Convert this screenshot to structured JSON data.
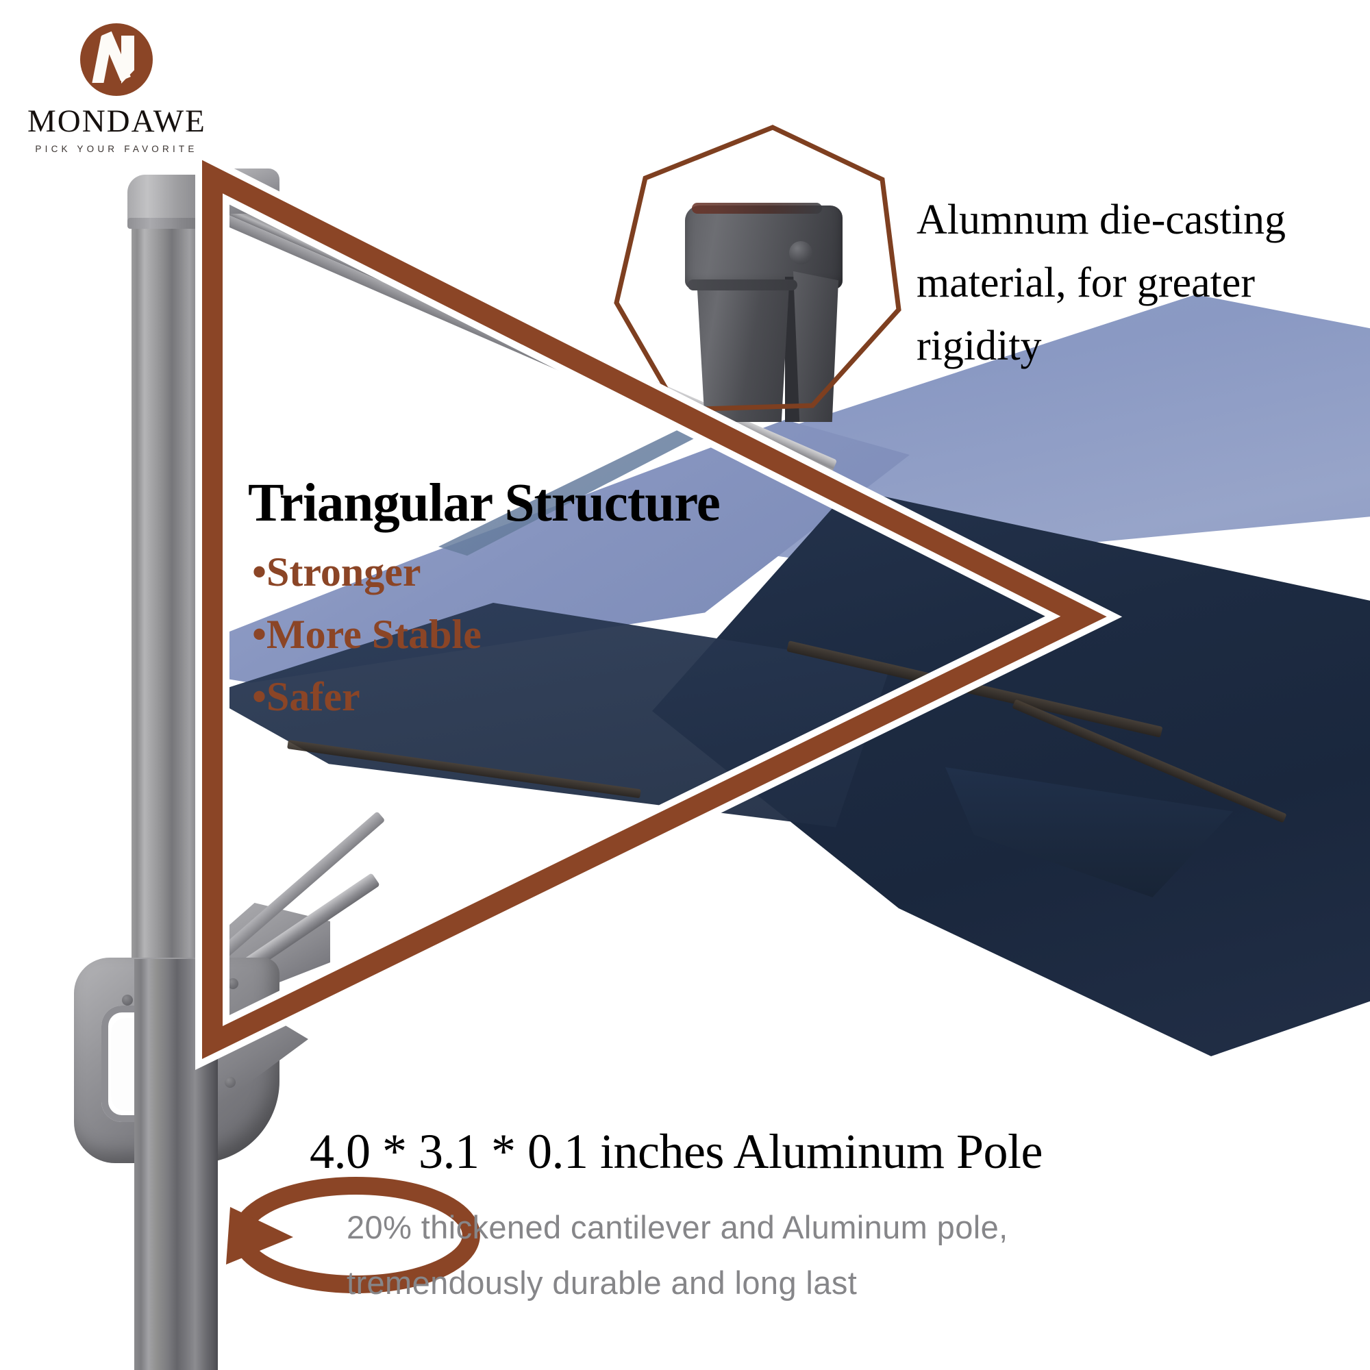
{
  "brand": {
    "name": "MONDAWE",
    "tagline": "PICK YOUR FAVORITE",
    "logo_icon": "mondawe-m-monogram",
    "logo_color": "#8b4526"
  },
  "colors": {
    "accent_brown": "#8b4526",
    "heading_black": "#000000",
    "subtext_gray": "#868689",
    "canopy_top_blue": "#8f9ec6",
    "canopy_under_navy": "#1d2b42",
    "aluminum_gray": "#8e8e92"
  },
  "callouts": {
    "die_casting": {
      "icon": "heptagon-callout-outline",
      "lines": [
        "Alumnum die-casting",
        "material, for greater",
        "rigidity"
      ],
      "text": "Alumnum die-casting material, for greater rigidity"
    },
    "triangular": {
      "heading": "Triangular Structure",
      "bullets": [
        "•Stronger",
        "•More Stable",
        "•Safer"
      ],
      "shape_icon": "triangle-highlight-outline"
    },
    "pole": {
      "heading": "4.0 * 3.1 * 0.1 inches Aluminum Pole",
      "sub_lines": [
        "20% thickened cantilever and Aluminum pole,",
        "tremendously durable and long last"
      ],
      "rotation_icon": "rotation-arrow-360"
    }
  }
}
